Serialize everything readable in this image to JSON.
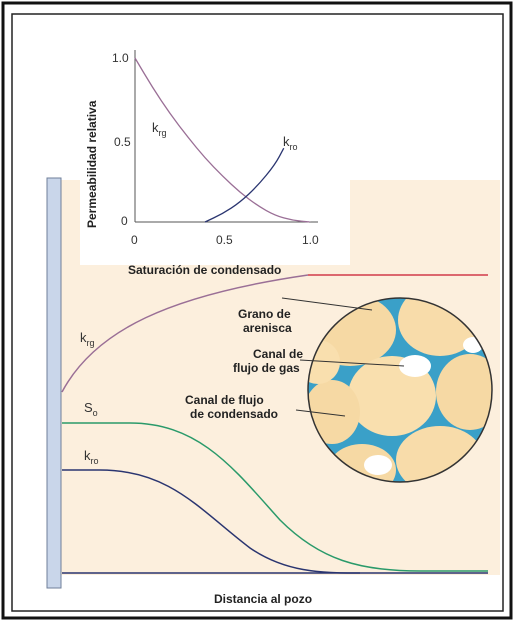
{
  "colors": {
    "background_fill": "#fcefdd",
    "wellbore": "#c9d6ea",
    "krg_curve": "#9a6f96",
    "kro_curve": "#2a3570",
    "so_curve": "#2a9a6a",
    "saturation_line": "#d23a4a",
    "grain": "#f6d9a4",
    "cement_blue": "#3aa0c8"
  },
  "inset": {
    "ylabel": "Permeabilidad relativa",
    "xlabel": "Saturación de condensado",
    "y_ticks": [
      "1.0",
      "0.5",
      "0"
    ],
    "x_ticks": [
      "0",
      "0.5",
      "1.0"
    ],
    "krg": {
      "k": "k",
      "sub": "rg"
    },
    "kro": {
      "k": "k",
      "sub": "ro"
    }
  },
  "main": {
    "krg": {
      "k": "k",
      "sub": "rg"
    },
    "so": {
      "k": "S",
      "sub": "o"
    },
    "kro": {
      "k": "k",
      "sub": "ro"
    },
    "xlabel": "Distancia al pozo"
  },
  "callouts": {
    "grain": [
      "Grano de",
      "arenisca"
    ],
    "gas_channel": [
      "Canal de",
      "flujo de gas"
    ],
    "condensate_channel": [
      "Canal de flujo",
      "de condensado"
    ]
  },
  "chart_data": {
    "type": "line",
    "xlabel": "Saturación de condensado",
    "ylabel": "Permeabilidad relativa",
    "xlim": [
      0,
      1.0
    ],
    "ylim": [
      0,
      1.0
    ],
    "series": [
      {
        "name": "krg",
        "x": [
          0,
          0.1,
          0.2,
          0.3,
          0.4,
          0.5,
          0.6,
          0.7,
          0.8,
          0.9,
          1.0
        ],
        "values": [
          1.0,
          0.82,
          0.66,
          0.52,
          0.39,
          0.28,
          0.18,
          0.1,
          0.04,
          0.01,
          0
        ]
      },
      {
        "name": "kro",
        "x": [
          0.4,
          0.5,
          0.6,
          0.7,
          0.8,
          0.85
        ],
        "values": [
          0,
          0.05,
          0.12,
          0.22,
          0.35,
          0.45
        ]
      }
    ]
  }
}
